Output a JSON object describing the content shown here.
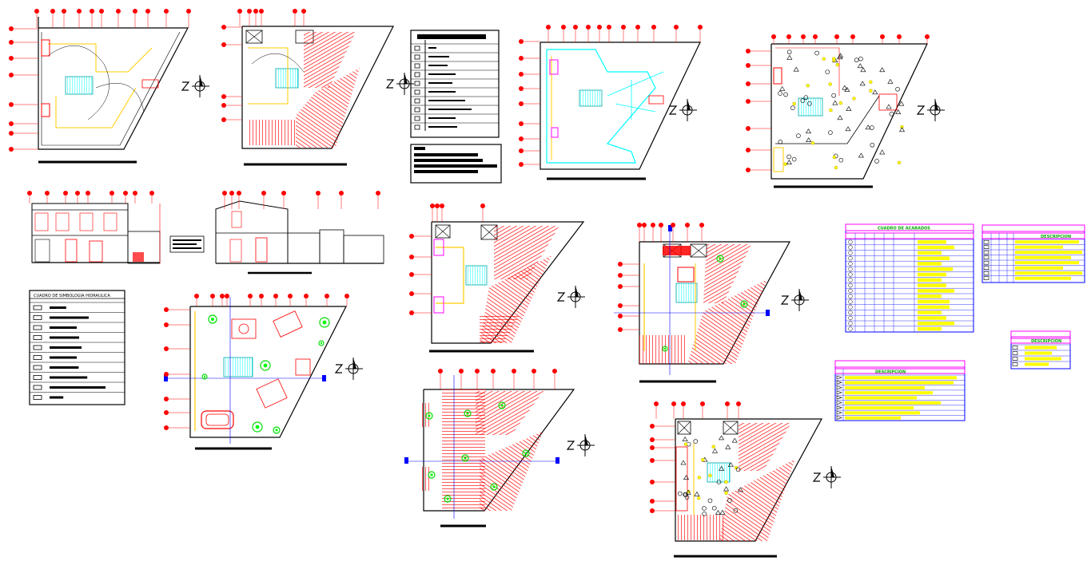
{
  "drawing": {
    "background": "#ffffff",
    "colors": {
      "wall": "#000000",
      "hatch": "#ff0000",
      "marker": "#ff0000",
      "stair": "#00ffff",
      "fixture": "#ffff00",
      "window": "#0000ff",
      "landscape": "#00ff00",
      "accent": "#ff00ff"
    },
    "table_titles": {
      "cuadro_acabados": "CUADRO  DE  ACABADOS",
      "simbologia_hidraulica": "CUADRO DE SIMBOLOGIA HIDRAULICA",
      "descripcion": "DESCRIPCION",
      "descripcion_small": "DESCRIPCION",
      "descripcion_bottom": "DESCRIPCION"
    },
    "north_arrow_icon": "north-arrow-icon",
    "grid_marker_icon": "grid-bubble-icon"
  }
}
